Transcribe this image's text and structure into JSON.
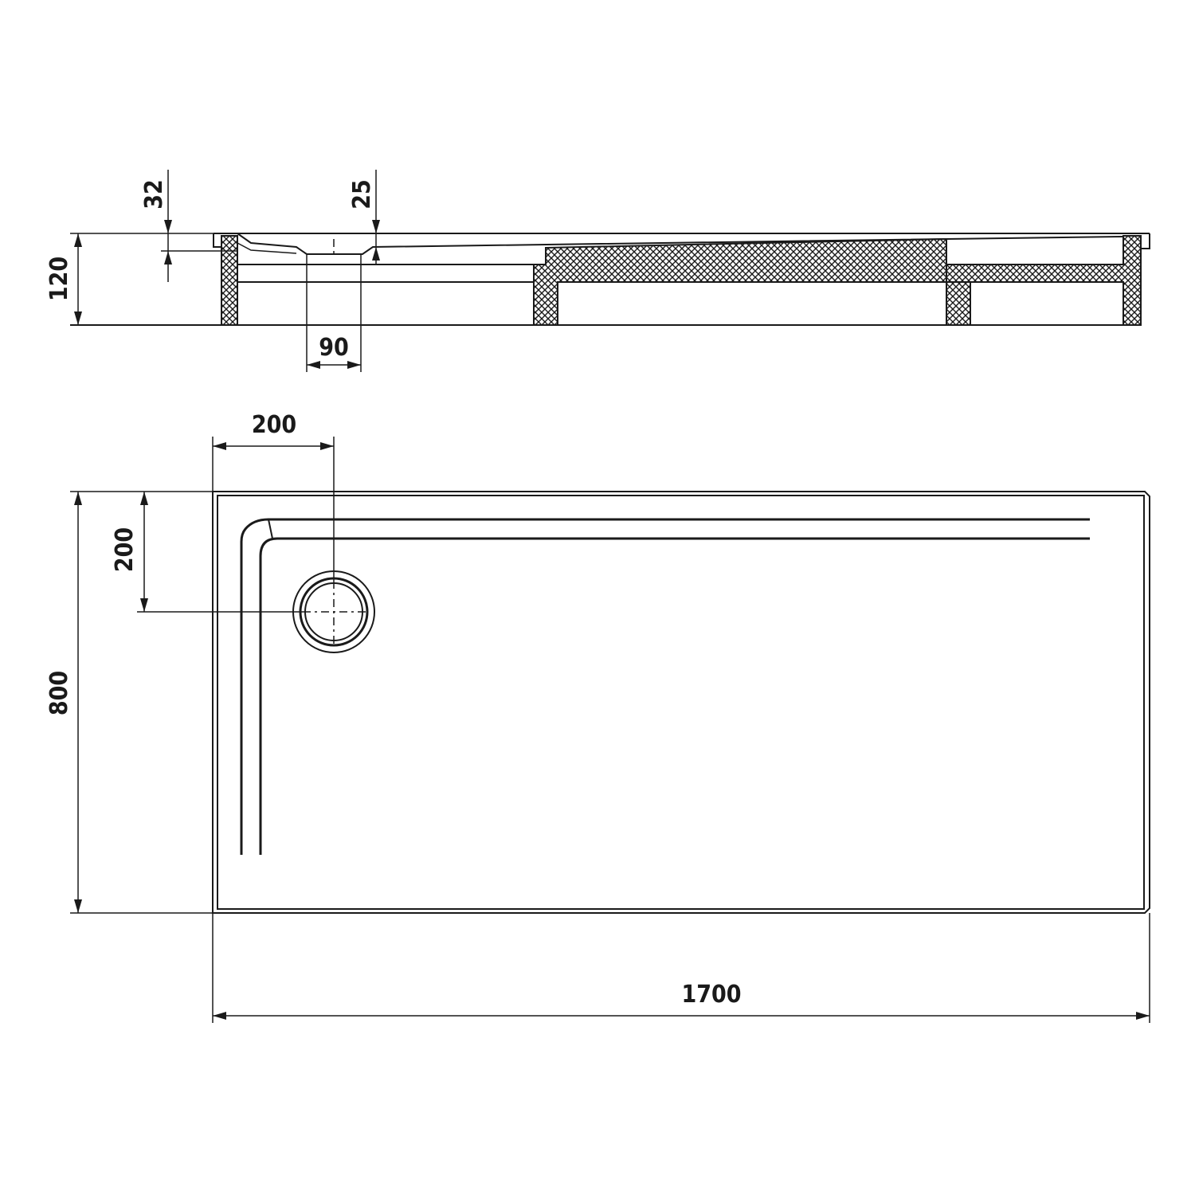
{
  "section_view": {
    "dimensions": {
      "total_height": "120",
      "rim_depth": "32",
      "drain_depth": "25",
      "drain_width": "90"
    }
  },
  "plan_view": {
    "dimensions": {
      "drain_offset_x": "200",
      "drain_offset_y": "200",
      "width": "800",
      "length": "1700"
    }
  },
  "colors": {
    "line": "#1a1a1a",
    "background": "#ffffff"
  }
}
